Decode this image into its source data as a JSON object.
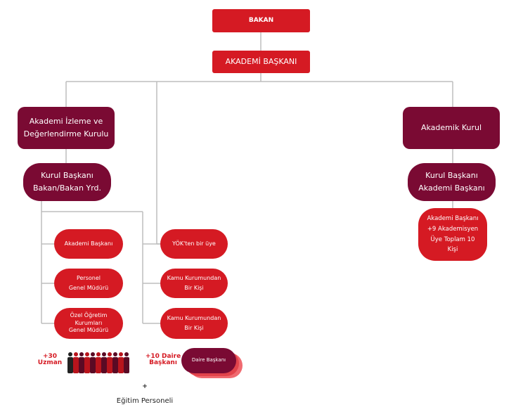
{
  "colors": {
    "red": "#d51a23",
    "dark": "#7a0a33",
    "connector": "#bdbdbd"
  },
  "top": {
    "bakan": "BAKAN",
    "akademi_baskani": "AKADEMİ BAŞKANI"
  },
  "left_branch": {
    "kurul": {
      "line1": "Akademi İzleme ve",
      "line2": "Değerlendirme Kurulu"
    },
    "baskan": {
      "line1": "Kurul Başkanı",
      "line2": "Bakan/Bakan Yrd."
    },
    "members": [
      {
        "line1": "Akademi Başkanı"
      },
      {
        "line1": "Personel",
        "line2": "Genel Müdürü"
      },
      {
        "line1": "Özel Öğretim",
        "line2": "Kurumları",
        "line3": "Genel Müdürü"
      }
    ],
    "members_right": [
      {
        "line1": "YÖK'ten bir üye"
      },
      {
        "line1": "Kamu Kurumundan",
        "line2": "Bir Kişi"
      },
      {
        "line1": "Kamu Kurumundan",
        "line2": "Bir Kişi"
      }
    ]
  },
  "right_branch": {
    "kurul": {
      "line1": "Akademik Kurul"
    },
    "baskan": {
      "line1": "Kurul Başkanı",
      "line2": "Akademi Başkanı"
    },
    "members": {
      "line1": "Akademi Başkanı",
      "line2": "+9 Akademisyen",
      "line3": "Üye Toplam 10",
      "line4": "Kişi"
    }
  },
  "bottom": {
    "uzman": {
      "line1": "+30",
      "line2": "Uzman"
    },
    "daire": {
      "line1": "+10 Daire",
      "line2": "Başkanı"
    },
    "daire_box": "Daire Başkanı",
    "plus": "+",
    "egitim": "Eğitim Personeli"
  }
}
